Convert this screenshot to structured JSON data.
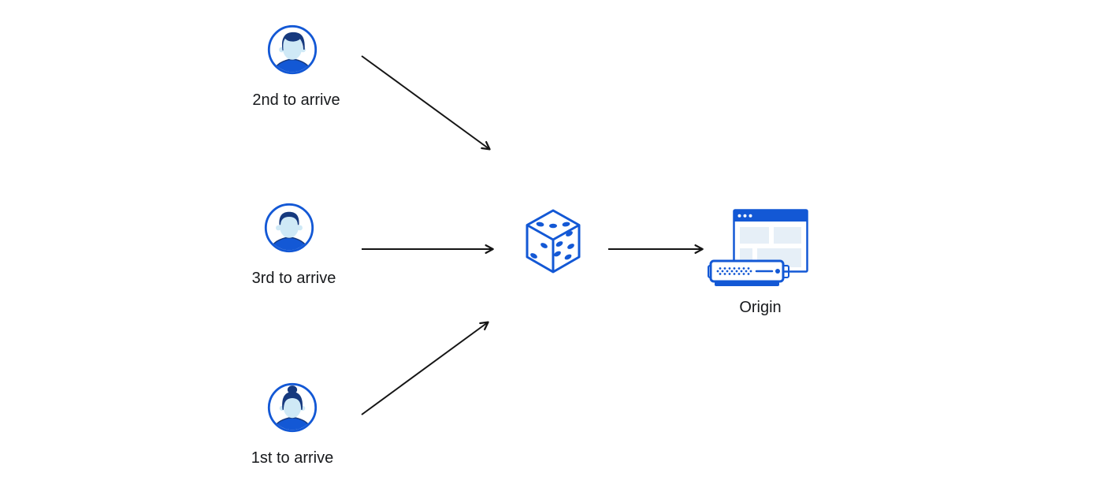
{
  "diagram": {
    "type": "flow",
    "description": "Three clients arriving in order are routed through a random (dice) selection to a single origin server",
    "nodes": {
      "client_second": {
        "label": "2nd to arrive",
        "icon": "avatar-man-swept-hair-icon"
      },
      "client_third": {
        "label": "3rd to arrive",
        "icon": "avatar-man-short-hair-icon"
      },
      "client_first": {
        "label": "1st to arrive",
        "icon": "avatar-woman-bun-icon"
      },
      "randomizer": {
        "label": "",
        "icon": "dice-icon"
      },
      "origin": {
        "label": "Origin",
        "icon": "origin-server-browser-icon"
      }
    },
    "edges": [
      {
        "from": "client_second",
        "to": "randomizer"
      },
      {
        "from": "client_third",
        "to": "randomizer"
      },
      {
        "from": "client_first",
        "to": "randomizer"
      },
      {
        "from": "randomizer",
        "to": "origin"
      }
    ]
  },
  "colors": {
    "accent-blue": "#1358d5",
    "dark-navy": "#16397e",
    "skin-blue": "#cfe9f6",
    "panel-blue": "#e6eff7",
    "arrow-black": "#151515",
    "text-color": "#17191c",
    "background": "#ffffff"
  }
}
